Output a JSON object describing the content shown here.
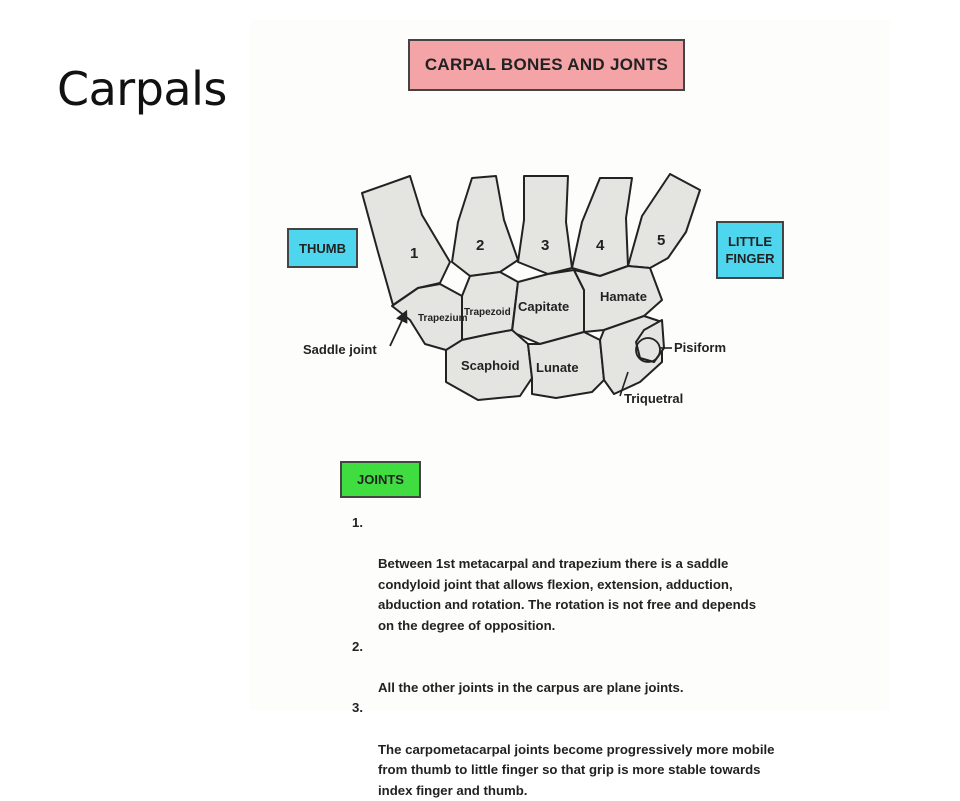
{
  "slide": {
    "title": "Carpals"
  },
  "diagram": {
    "header": "CARPAL BONES AND JONTS",
    "thumb_label": "THUMB",
    "little_finger_label": "LITTLE\nFINGER",
    "metacarpal_numbers": [
      "1",
      "2",
      "3",
      "4",
      "5"
    ],
    "bones": {
      "trapezium": "Trapezium",
      "trapezoid": "Trapezoid",
      "capitate": "Capitate",
      "hamate": "Hamate",
      "scaphoid": "Scaphoid",
      "lunate": "Lunate",
      "pisiform": "Pisiform",
      "triquetral": "Triquetral"
    },
    "saddle_joint": "Saddle joint",
    "joints_label": "JOINTS",
    "joints": [
      {
        "num": "1.",
        "text": "Between 1st metacarpal and trapezium there is a saddle\ncondyloid joint that allows flexion, extension, adduction,\nabduction and rotation. The rotation is not free and depends\non the degree of opposition."
      },
      {
        "num": "2.",
        "text": "All the other joints in the carpus are plane joints."
      },
      {
        "num": "3.",
        "text": "The carpometacarpal joints become progressively more mobile\nfrom thumb to little finger so that grip is more stable towards\nindex finger and thumb."
      }
    ],
    "colors": {
      "header_bg": "#f4a3a6",
      "finger_label_bg": "#4fd6ef",
      "joints_label_bg": "#3fdd3f",
      "bone_fill": "#e4e4e1"
    }
  }
}
